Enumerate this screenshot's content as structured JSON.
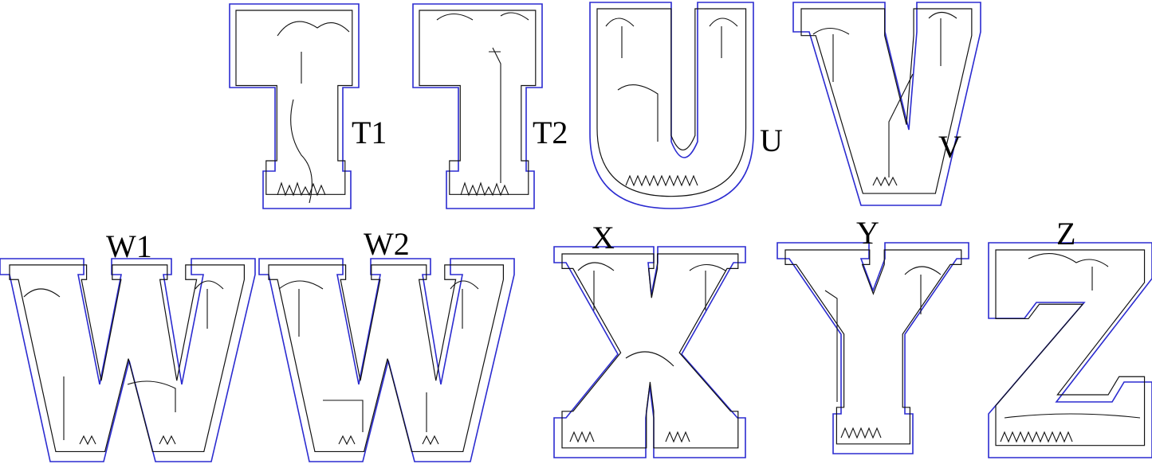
{
  "labels": {
    "t1": "T1",
    "t2": "T2",
    "u": "U",
    "v": "V",
    "w1": "W1",
    "w2": "W2",
    "x": "X",
    "y": "Y",
    "z": "Z"
  },
  "colors": {
    "outer_outline": "#2b2bd0",
    "inner_outline": "#111111",
    "background": "#ffffff"
  }
}
